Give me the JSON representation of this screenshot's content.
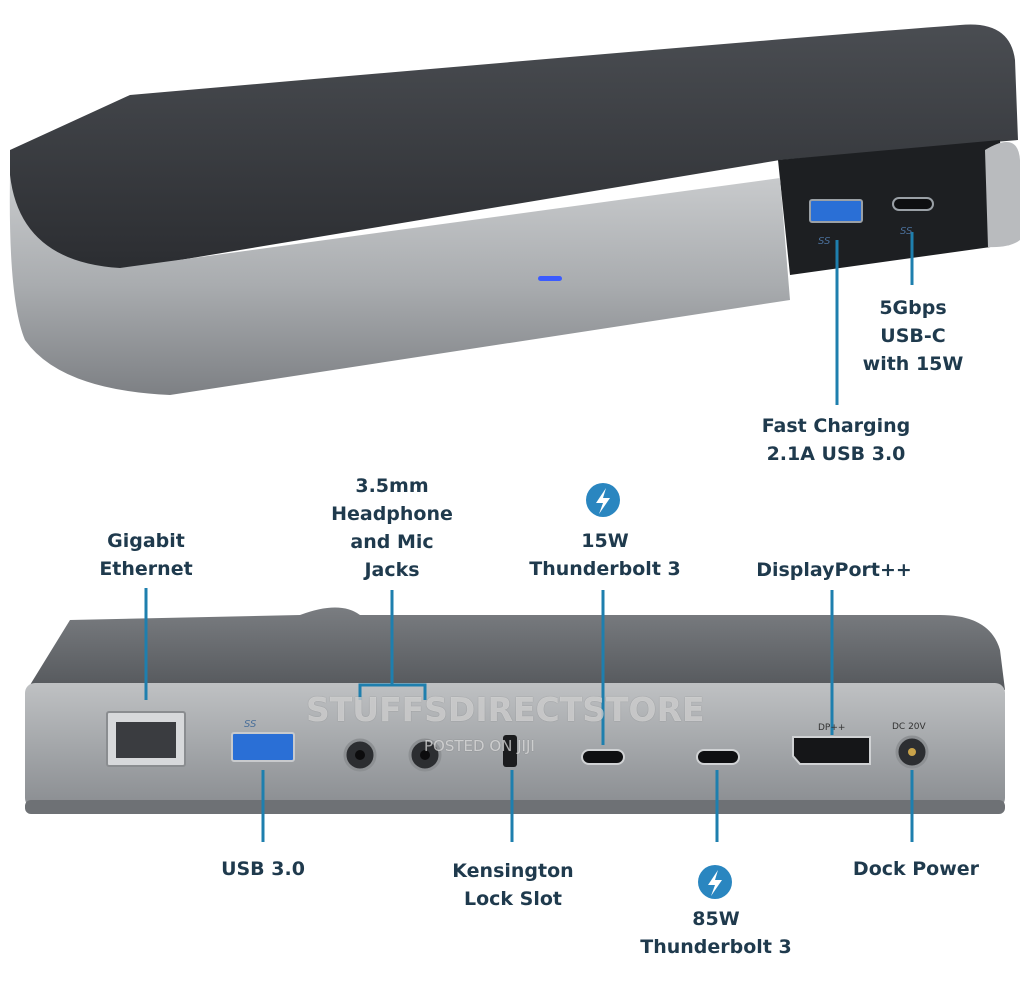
{
  "labels": {
    "usbc_5gbps": [
      "5Gbps",
      "USB-C",
      "with 15W"
    ],
    "fast_charging": [
      "Fast Charging",
      "2.1A USB 3.0"
    ],
    "gigabit_ethernet": [
      "Gigabit",
      "Ethernet"
    ],
    "headphone_mic": [
      "3.5mm",
      "Headphone",
      "and Mic",
      "Jacks"
    ],
    "tb3_15w": [
      "15W",
      "Thunderbolt 3"
    ],
    "displayport": [
      "DisplayPort++"
    ],
    "usb30": [
      "USB 3.0"
    ],
    "kensington_lock": [
      "Kensington",
      "Lock Slot"
    ],
    "tb3_85w": [
      "85W",
      "Thunderbolt 3"
    ],
    "dock_power": [
      "Dock Power"
    ]
  },
  "port_markings": {
    "ss_usb_front": "SS",
    "ss_usbc_front": "SS",
    "ss_usb_rear": "SS",
    "dp": "DP++",
    "dc": "DC 20V"
  },
  "watermark": {
    "main": "STUFFSDIRECTSTORE",
    "sub": "POSTED ON JIJI"
  },
  "colors": {
    "callout_line": "#1e7fae",
    "label_text": "#1f3a4d",
    "thunderbolt_icon": "#2a86c0",
    "led": "#3b5bff"
  }
}
